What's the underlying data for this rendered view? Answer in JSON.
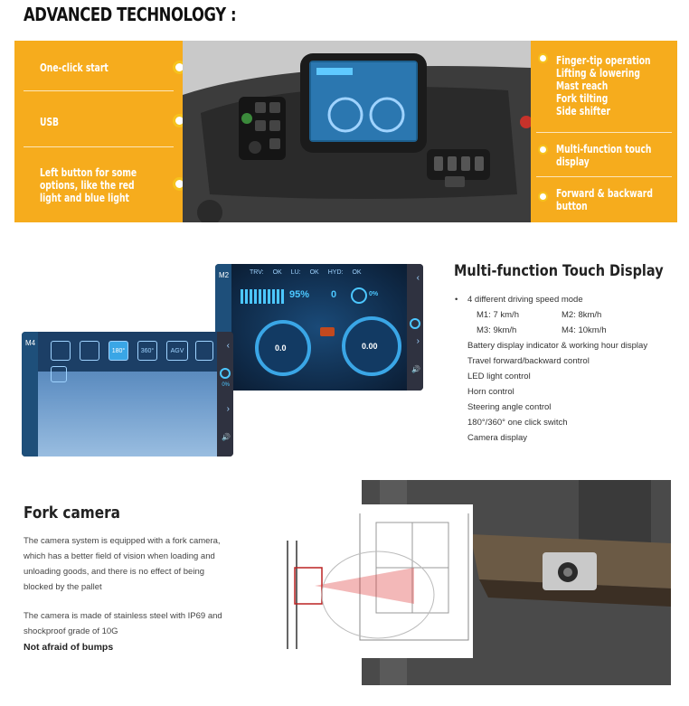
{
  "section1": {
    "title": "ADVANCED TECHNOLOGY :",
    "left_labels": {
      "one_click": "One-click start",
      "usb": "USB",
      "left_button": [
        "Left button for some",
        "options, like the red",
        "light and blue light"
      ]
    },
    "right_labels": {
      "finger_tip": [
        "Finger-tip operation",
        "Lifting & lowering",
        "Mast reach",
        "Fork tilting",
        "Side shifter"
      ],
      "touch_display": [
        "Multi-function touch",
        "display"
      ],
      "fwd_back": [
        "Forward & backward",
        "button"
      ]
    },
    "accent_color": "#f6ac1d"
  },
  "section2": {
    "title": "Multi-function Touch Display",
    "items": [
      "4 different driving speed mode",
      "Battery display indicator & working hour display",
      "Travel forward/backward control",
      "LED light control",
      "Horn control",
      "Steering angle control",
      "180°/360° one click switch",
      "Camera display"
    ],
    "speeds": [
      [
        "M1: 7 km/h",
        "M2: 8km/h"
      ],
      [
        "M3: 9km/h",
        "M4: 10km/h"
      ]
    ],
    "screen": {
      "status": [
        "TRV:",
        "OK",
        "LU:",
        "OK",
        "HYD:",
        "OK"
      ],
      "battery": "95%",
      "hours": "0",
      "throttle": "0%",
      "left_gauge": "0.0",
      "right_gauge": "0.00",
      "mode_m2": "M2",
      "mode_m4": "M4",
      "pct": "0%",
      "toolbar": [
        "180°",
        "360°",
        "AGV"
      ]
    }
  },
  "section3": {
    "title": "Fork camera",
    "p1": [
      "The camera system is equipped with a fork camera,",
      "which has a better field of vision when loading and",
      "unloading  goods, and there is no effect of being",
      "blocked by the pallet"
    ],
    "p2": [
      "The camera is made of stainless steel with IP69 and",
      "shockproof grade of 10G"
    ],
    "bold": "Not afraid of bumps"
  }
}
